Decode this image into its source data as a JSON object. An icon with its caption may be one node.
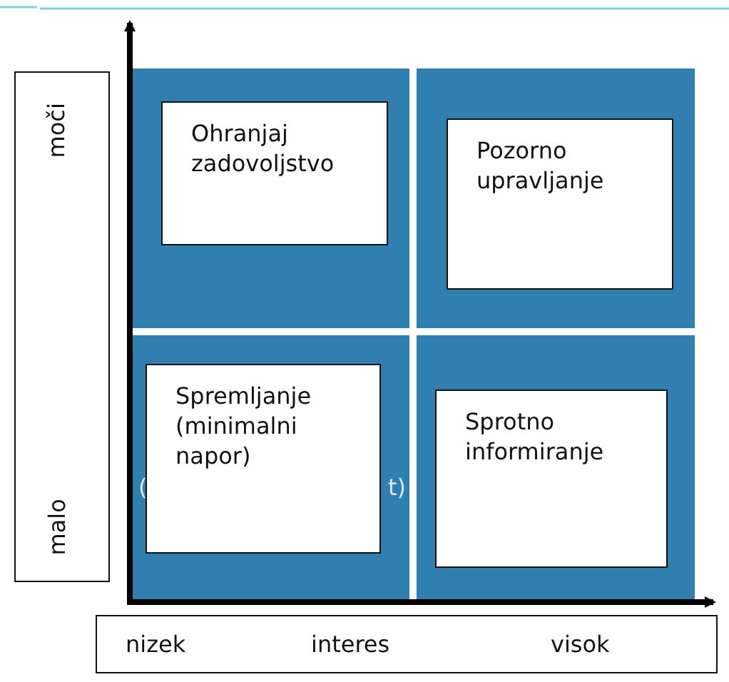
{
  "diagram": {
    "nodes": [
      {
        "text": [
          "Ohranjaj zadovoljstvo"
        ]
      },
      {
        "text": [
          "Pozorno upravljanje"
        ]
      },
      {
        "text": [
          "Spremljanje (minimalni napor)"
        ]
      },
      {
        "text": [
          "Sprotno informiranje"
        ]
      },
      {
        "text": [
          "moči",
          "malo"
        ]
      },
      {
        "text": [
          "nizek",
          "interes",
          "visok"
        ]
      }
    ],
    "labels": [
      "(",
      "t)"
    ]
  }
}
